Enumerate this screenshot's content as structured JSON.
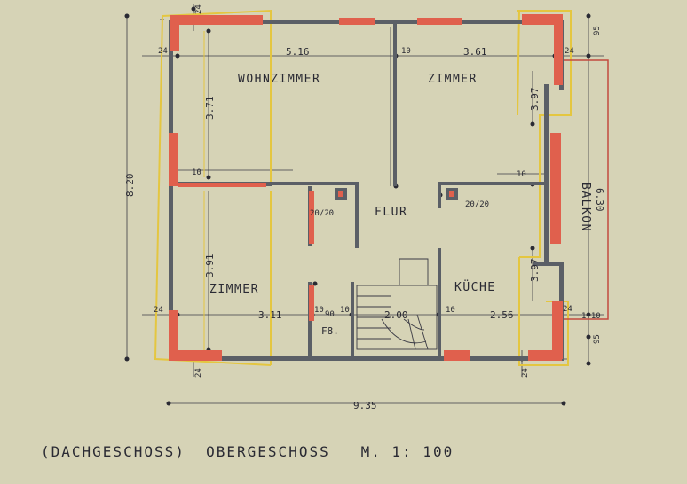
{
  "drawing": {
    "title": "(DACHGESCHOSS)  OBERGESCHOSS   M. 1: 100",
    "colors": {
      "paper": "#d6d3b6",
      "wall": "#5b5f66",
      "masonry_red": "#e0604d",
      "outline_yellow": "#e4c640",
      "balcony_line": "#c24a3f",
      "ink": "#2a2a33"
    }
  },
  "rooms": {
    "wohnzimmer": "WOHNZIMMER",
    "zimmer_top": "ZIMMER",
    "zimmer_bottom": "ZIMMER",
    "flur": "FLUR",
    "kueche": "KÜCHE",
    "balkon": "BALKON",
    "wc": "F8."
  },
  "dimensions": {
    "overall_width": "9.35",
    "overall_depth": "8.20",
    "wohnzimmer_width": "5.16",
    "zimmer_top_width": "3.61",
    "wohnzimmer_depth": "3.71",
    "zimmer_top_right_depth": "3.97",
    "zimmer_bottom_depth": "3.91",
    "zimmer_bottom_width": "3.11",
    "kueche_width": "2.56",
    "kueche_depth": "3.97",
    "stair_width": "2.00",
    "wc_width": "90",
    "balkon_length": "6.30",
    "balkon_depth": "1.10",
    "wall_outer_tl_top": "24",
    "wall_outer_tl_left": "24",
    "wall_outer_tr": "24",
    "wall_outer_bl_left": "24",
    "wall_outer_bl_bottom": "24",
    "wall_outer_br_bottom": "24",
    "wall_outer_br_right": "24",
    "wall_inner_top": "10",
    "wall_inner_left": "10",
    "wall_inner_right": "10",
    "wall_inner_b1": "10",
    "wall_inner_b2": "10",
    "wall_inner_b3": "10",
    "chimney_left": "20/20",
    "chimney_right": "20/20",
    "balkon_offset_top": "95",
    "balkon_offset_bottom": "95"
  }
}
